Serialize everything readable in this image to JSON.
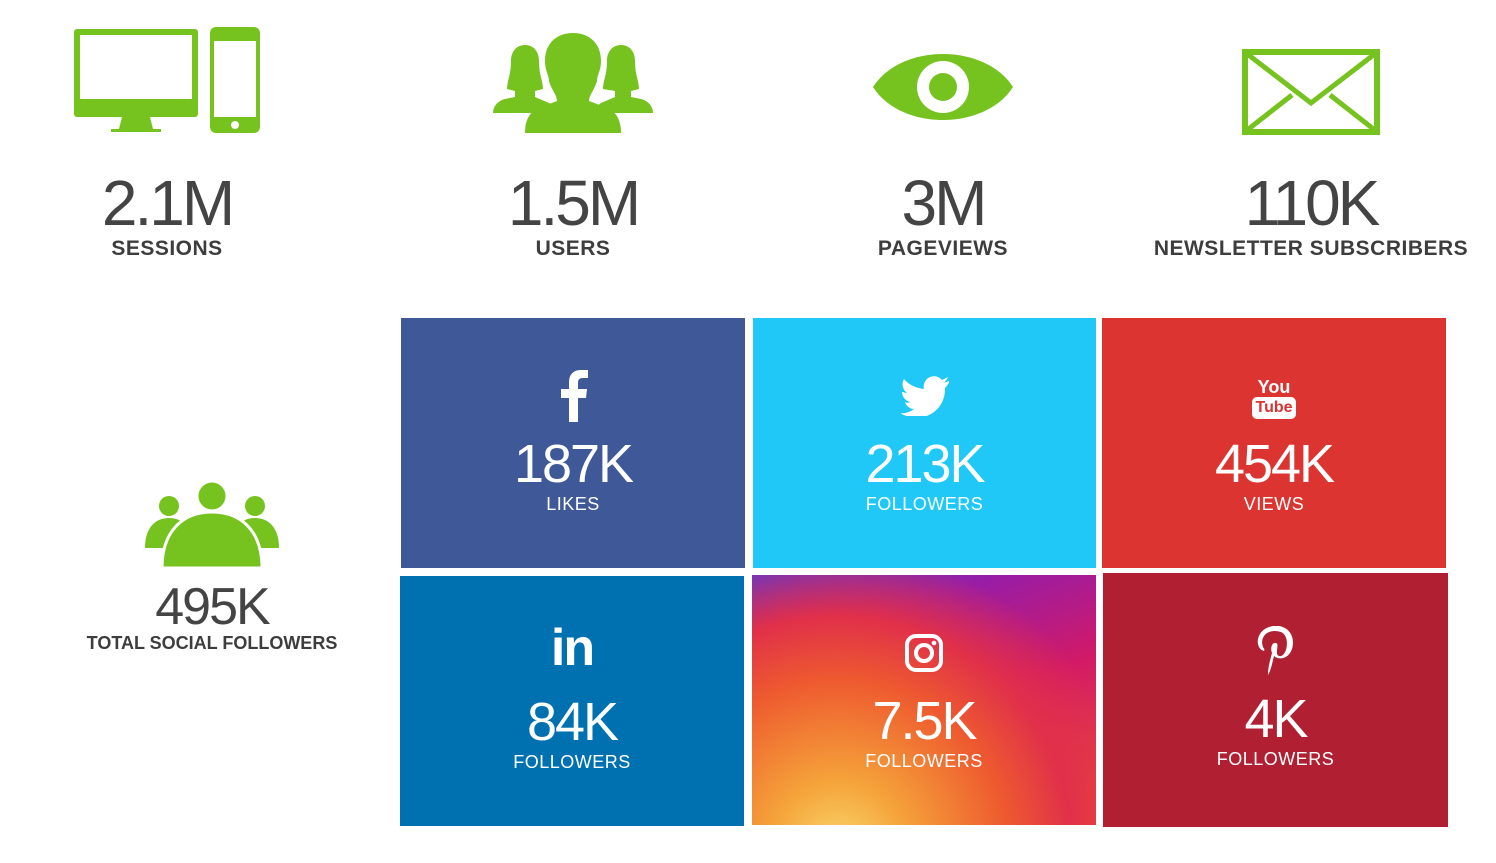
{
  "colors": {
    "accent": "#76c31f",
    "text": "#444444",
    "facebook": "#3f5897",
    "twitter": "#1fc8f7",
    "youtube": "#dc3430",
    "linkedin": "#0071b0",
    "pinterest": "#b02032"
  },
  "stats": [
    {
      "icon": "devices-icon",
      "value": "2.1M",
      "label": "SESSIONS"
    },
    {
      "icon": "users-icon",
      "value": "1.5M",
      "label": "USERS"
    },
    {
      "icon": "eye-icon",
      "value": "3M",
      "label": "PAGEVIEWS"
    },
    {
      "icon": "envelope-icon",
      "value": "110K",
      "label": "NEWSLETTER SUBSCRIBERS"
    }
  ],
  "total": {
    "icon": "group-icon",
    "value": "495K",
    "label": "TOTAL SOCIAL FOLLOWERS"
  },
  "social": [
    {
      "network": "facebook",
      "icon": "facebook-icon",
      "value": "187K",
      "label": "LIKES"
    },
    {
      "network": "twitter",
      "icon": "twitter-icon",
      "value": "213K",
      "label": "FOLLOWERS"
    },
    {
      "network": "youtube",
      "icon": "youtube-icon",
      "value": "454K",
      "label": "VIEWS",
      "logo_text": [
        "You",
        "Tube"
      ]
    },
    {
      "network": "linkedin",
      "icon": "linkedin-icon",
      "value": "84K",
      "label": "FOLLOWERS",
      "logo_text": "in"
    },
    {
      "network": "instagram",
      "icon": "instagram-icon",
      "value": "7.5K",
      "label": "FOLLOWERS"
    },
    {
      "network": "pinterest",
      "icon": "pinterest-icon",
      "value": "4K",
      "label": "FOLLOWERS"
    }
  ]
}
